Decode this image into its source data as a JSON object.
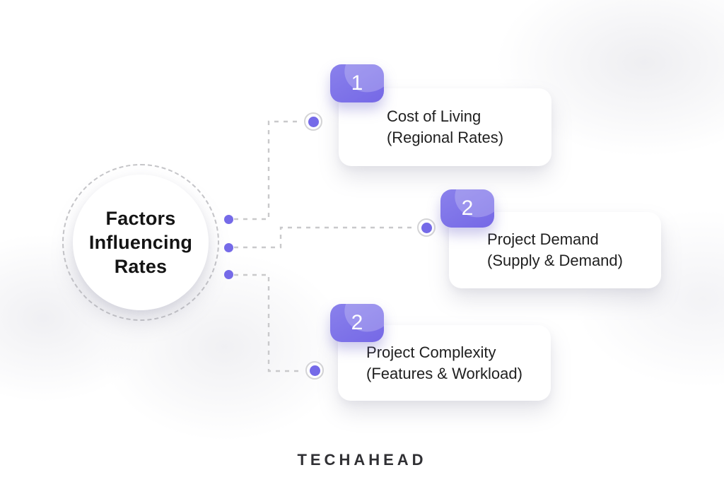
{
  "center": {
    "label": "Factors Influencing Rates"
  },
  "cards": [
    {
      "number": "1",
      "title": "Cost of Living",
      "subtitle": "(Regional Rates)"
    },
    {
      "number": "2",
      "title": "Project Demand",
      "subtitle": "(Supply & Demand)"
    },
    {
      "number": "2",
      "title": "Project Complexity",
      "subtitle": "(Features & Workload)"
    }
  ],
  "footer": {
    "brand": "TECHAHEAD"
  },
  "colors": {
    "accent_purple": "#7d72e8",
    "accent_purple_light": "#a29af2",
    "dot_purple": "#756ae8",
    "dashed_line": "#c9c9cb",
    "ring_gray": "#d4d4d6",
    "text_dark": "#1f1f1f",
    "card_bg": "#ffffff"
  }
}
